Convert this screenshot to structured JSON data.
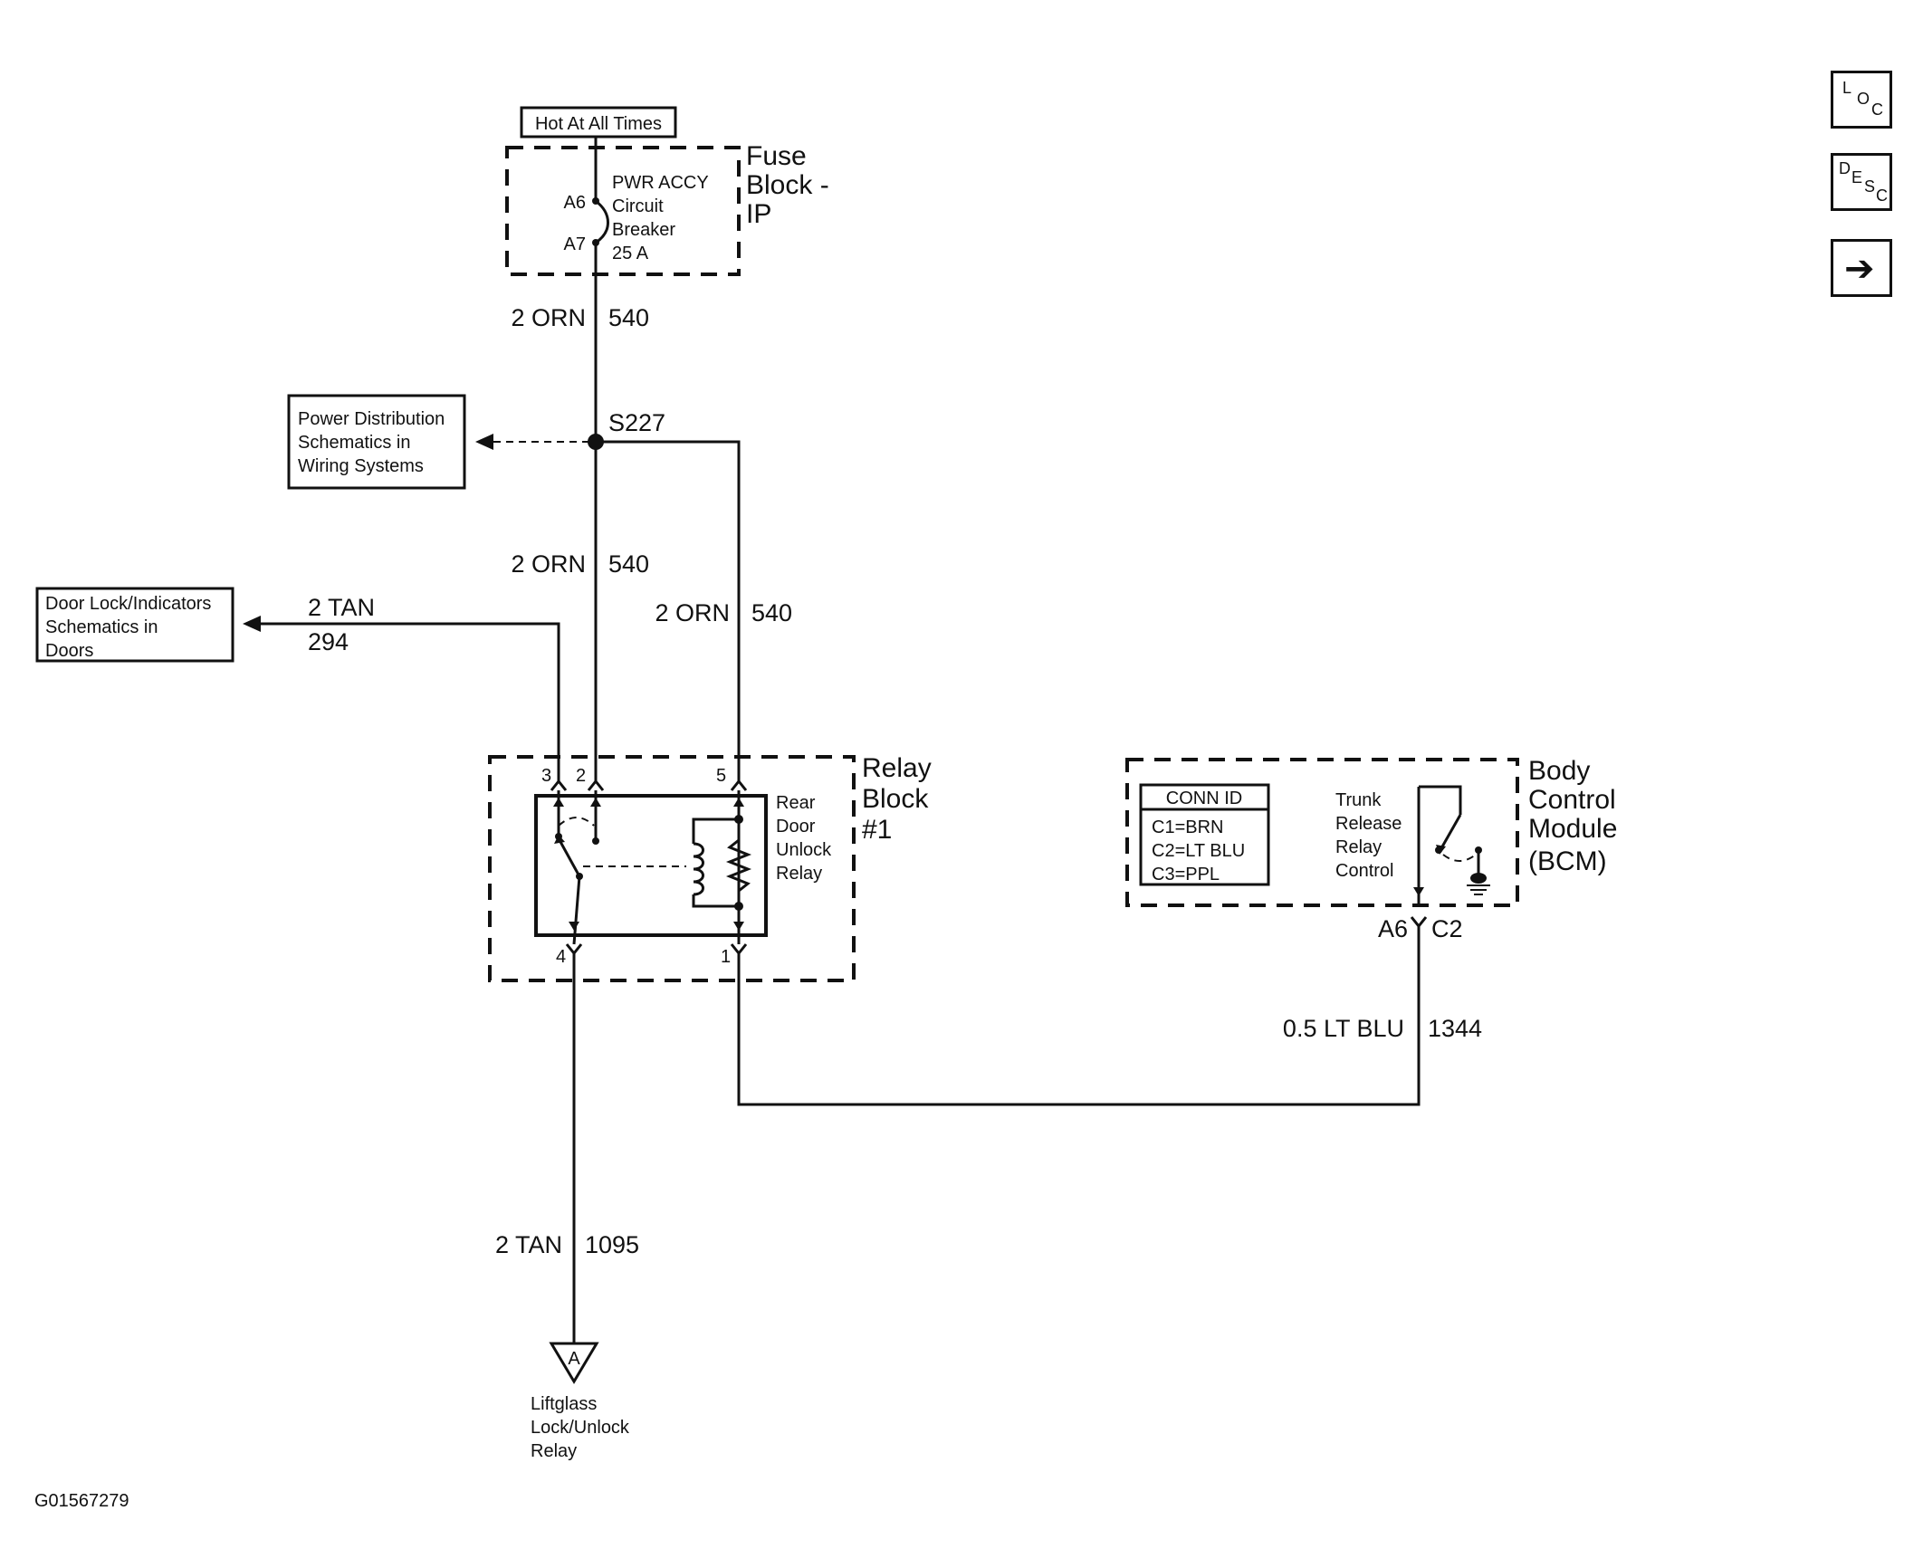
{
  "nav": {
    "loc": [
      "L",
      "O",
      "C"
    ],
    "desc": [
      "D",
      "E",
      "S",
      "C"
    ],
    "next_icon": "right-arrow-icon"
  },
  "fuse_block": {
    "hot_label": "Hot At All Times",
    "name": [
      "Fuse",
      "Block -",
      "IP"
    ],
    "breaker": [
      "PWR ACCY",
      "Circuit",
      "Breaker",
      "25 A"
    ],
    "pin_top": "A6",
    "pin_bottom": "A7"
  },
  "wires": {
    "w540_top": {
      "gauge": "2 ORN",
      "circuit": "540"
    },
    "splice": "S227",
    "w540_mid": {
      "gauge": "2 ORN",
      "circuit": "540"
    },
    "w540_right": {
      "gauge": "2 ORN",
      "circuit": "540"
    },
    "w294": {
      "gauge": "2 TAN",
      "circuit": "294"
    },
    "w1095": {
      "gauge": "2 TAN",
      "circuit": "1095"
    },
    "w1344": {
      "gauge": "0.5 LT BLU",
      "circuit": "1344"
    }
  },
  "refs": {
    "power_distribution": [
      "Power Distribution",
      "Schematics in",
      "Wiring Systems"
    ],
    "door_lock": [
      "Door Lock/Indicators",
      "Schematics in",
      "Doors"
    ]
  },
  "relay_block": {
    "name": [
      "Relay",
      "Block",
      "#1"
    ],
    "relay": [
      "Rear",
      "Door",
      "Unlock",
      "Relay"
    ],
    "pins": [
      "3",
      "2",
      "5",
      "4",
      "1"
    ]
  },
  "bcm": {
    "name": [
      "Body",
      "Control",
      "Module",
      "(BCM)"
    ],
    "conn_title": "CONN ID",
    "conn_rows": [
      "C1=BRN",
      "C2=LT BLU",
      "C3=PPL"
    ],
    "control": [
      "Trunk",
      "Release",
      "Relay",
      "Control"
    ],
    "pin_left": "A6",
    "pin_right": "C2"
  },
  "liftglass": {
    "symbol": "A",
    "label": [
      "Liftglass",
      "Lock/Unlock",
      "Relay"
    ]
  },
  "figure_id": "G01567279"
}
